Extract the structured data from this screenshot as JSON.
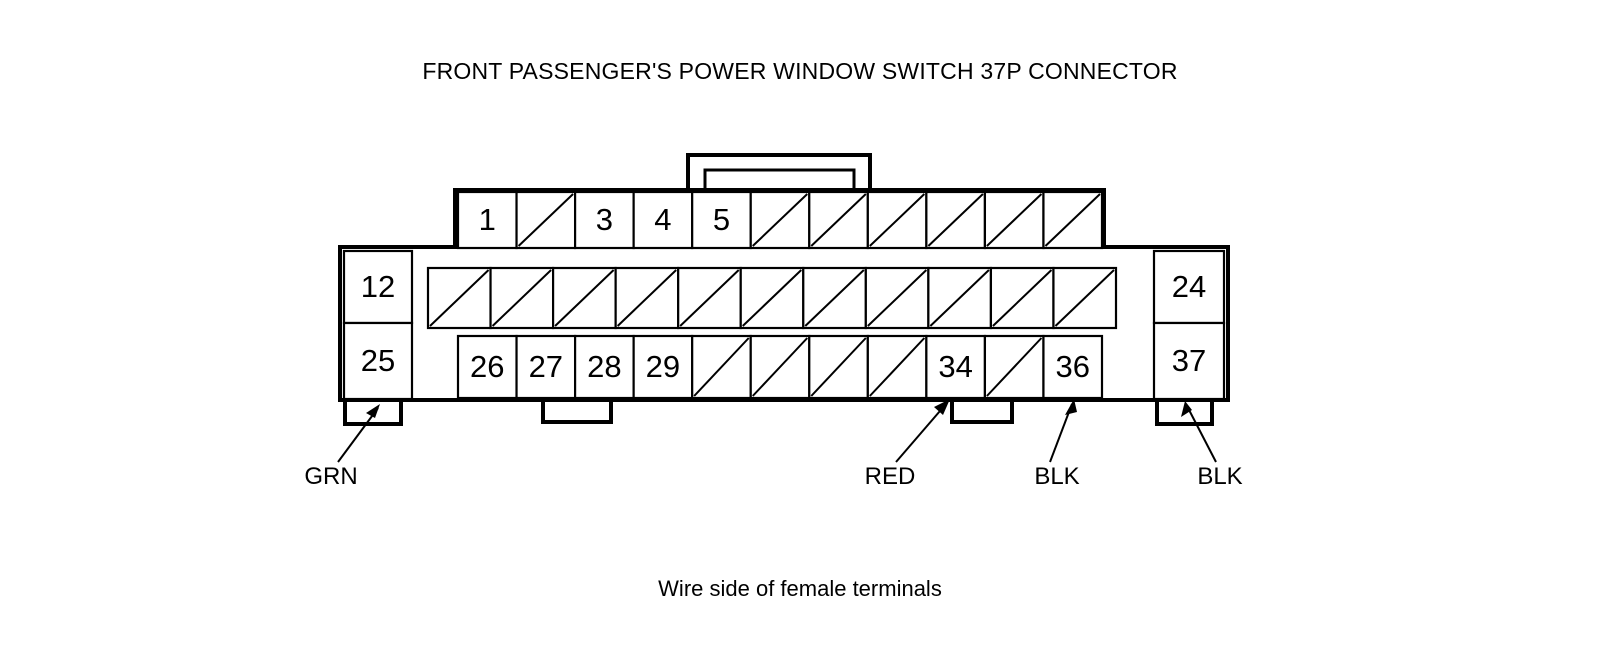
{
  "title": "FRONT PASSENGER'S POWER WINDOW SWITCH 37P CONNECTOR",
  "caption": "Wire side of female terminals",
  "connector": {
    "type": "37P",
    "rows": {
      "top": {
        "name": "top-row",
        "cells": [
          {
            "pin": "1",
            "label": "1",
            "blank": false
          },
          {
            "pin": "2",
            "label": "",
            "blank": true
          },
          {
            "pin": "3",
            "label": "3",
            "blank": false
          },
          {
            "pin": "4",
            "label": "4",
            "blank": false
          },
          {
            "pin": "5",
            "label": "5",
            "blank": false
          },
          {
            "pin": "6",
            "label": "",
            "blank": true
          },
          {
            "pin": "7",
            "label": "",
            "blank": true
          },
          {
            "pin": "8",
            "label": "",
            "blank": true
          },
          {
            "pin": "9",
            "label": "",
            "blank": true
          },
          {
            "pin": "10",
            "label": "",
            "blank": true
          },
          {
            "pin": "11",
            "label": "",
            "blank": true
          }
        ]
      },
      "middle_left": {
        "name": "middle-left-cell",
        "pin": "12",
        "label": "12",
        "blank": false
      },
      "middle_right": {
        "name": "middle-right-cell",
        "pin": "24",
        "label": "24",
        "blank": false
      },
      "middle": {
        "name": "middle-row",
        "cells": [
          {
            "pin": "13",
            "label": "",
            "blank": true
          },
          {
            "pin": "14",
            "label": "",
            "blank": true
          },
          {
            "pin": "15",
            "label": "",
            "blank": true
          },
          {
            "pin": "16",
            "label": "",
            "blank": true
          },
          {
            "pin": "17",
            "label": "",
            "blank": true
          },
          {
            "pin": "18",
            "label": "",
            "blank": true
          },
          {
            "pin": "19",
            "label": "",
            "blank": true
          },
          {
            "pin": "20",
            "label": "",
            "blank": true
          },
          {
            "pin": "21",
            "label": "",
            "blank": true
          },
          {
            "pin": "22",
            "label": "",
            "blank": true
          },
          {
            "pin": "23",
            "label": "",
            "blank": true
          }
        ]
      },
      "bottom_left": {
        "name": "bottom-left-cell",
        "pin": "25",
        "label": "25",
        "blank": false
      },
      "bottom_right": {
        "name": "bottom-right-cell",
        "pin": "37",
        "label": "37",
        "blank": false
      },
      "bottom": {
        "name": "bottom-row",
        "cells": [
          {
            "pin": "26",
            "label": "26",
            "blank": false
          },
          {
            "pin": "27",
            "label": "27",
            "blank": false
          },
          {
            "pin": "28",
            "label": "28",
            "blank": false
          },
          {
            "pin": "29",
            "label": "29",
            "blank": false
          },
          {
            "pin": "30",
            "label": "",
            "blank": true
          },
          {
            "pin": "31",
            "label": "",
            "blank": true
          },
          {
            "pin": "32",
            "label": "",
            "blank": true
          },
          {
            "pin": "33",
            "label": "",
            "blank": true
          },
          {
            "pin": "34",
            "label": "34",
            "blank": false
          },
          {
            "pin": "35",
            "label": "",
            "blank": true
          },
          {
            "pin": "36",
            "label": "36",
            "blank": false
          }
        ]
      }
    }
  },
  "wire_labels": [
    {
      "name": "wire-label-grn",
      "text": "GRN",
      "color_name": "green"
    },
    {
      "name": "wire-label-red",
      "text": "RED",
      "color_name": "red"
    },
    {
      "name": "wire-label-blk-1",
      "text": "BLK",
      "color_name": "black"
    },
    {
      "name": "wire-label-blk-2",
      "text": "BLK",
      "color_name": "black"
    }
  ],
  "colors": {
    "line": "#000000",
    "background": "#ffffff",
    "text": "#000000"
  }
}
